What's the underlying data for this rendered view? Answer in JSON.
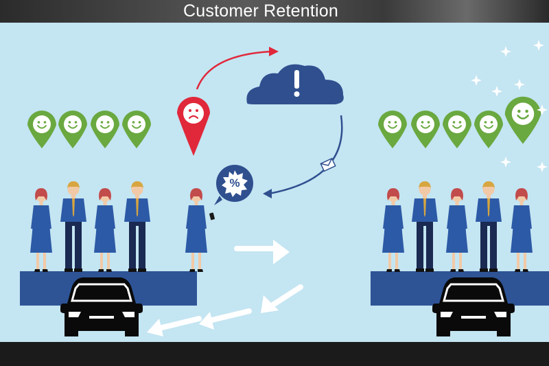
{
  "slide": {
    "title": "Customer Retention"
  },
  "icons": {
    "happy_pin": "happy-face-location-pin",
    "sad_pin": "sad-face-location-pin",
    "alert_cloud": "cloud-exclamation",
    "discount_badge": "percent-badge",
    "mail": "envelope",
    "car": "car-front",
    "sparkle": "sparkle"
  },
  "colors": {
    "scene_background": "#c4e5f2",
    "happy_green": "#6aa840",
    "sad_red": "#e0283a",
    "cloud_blue": "#2f4f8f",
    "platform_blue": "#2e5496",
    "arrow_white": "#ffffff"
  },
  "left_group": {
    "happy_pin_count": 4,
    "people_count": 5
  },
  "right_group": {
    "happy_pin_count": 5,
    "people_count": 5
  }
}
